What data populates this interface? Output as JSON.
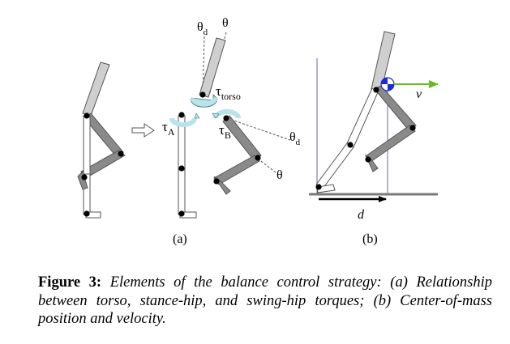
{
  "figure": {
    "colors": {
      "torso_fill": "#cfcfcf",
      "leg_fill": "#8a8a8a",
      "outline": "#555555",
      "torque_arrow": "#b9e3ea",
      "velocity_arrow": "#66bb22",
      "com_marker": "#1a2bd6",
      "guide_line": "#6a6aaa"
    },
    "panel_a": {
      "label": "(a)",
      "theta_d_top": "θ",
      "theta_d_top_sub": "d",
      "theta_top": "θ",
      "tau_torso": "τ",
      "tau_torso_sub": "torso",
      "tau_a": "τ",
      "tau_a_sub": "A",
      "tau_b": "τ",
      "tau_b_sub": "B",
      "theta_d_right": "θ",
      "theta_d_right_sub": "d",
      "theta_right": "θ"
    },
    "panel_b": {
      "label": "(b)",
      "velocity": "v",
      "distance": "d"
    }
  },
  "caption": {
    "label": "Figure 3:",
    "text": "Elements of the balance control strategy: (a) Relationship between torso, stance-hip, and swing-hip torques; (b) Center-of-mass position and velocity."
  }
}
